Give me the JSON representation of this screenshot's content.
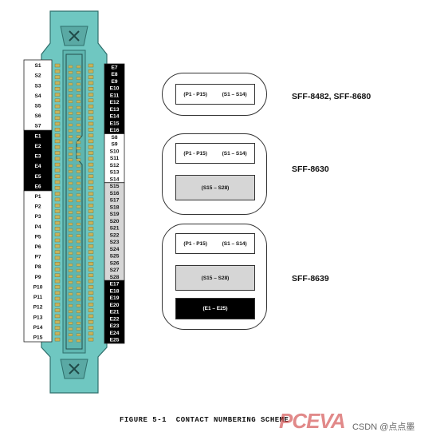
{
  "left_groups": [
    {
      "type": "white",
      "labels": [
        "S1",
        "S2",
        "S3",
        "S4",
        "S5",
        "S6",
        "S7"
      ]
    },
    {
      "type": "black",
      "labels": [
        "E1",
        "E2",
        "E3",
        "E4",
        "E5",
        "E6"
      ]
    },
    {
      "type": "white",
      "labels": [
        "P1",
        "P2",
        "P3",
        "P4",
        "P5",
        "P6",
        "P7",
        "P8",
        "P9",
        "P10",
        "P11",
        "P12",
        "P13",
        "P14",
        "P15"
      ]
    }
  ],
  "right_groups": [
    {
      "type": "black",
      "labels": [
        "E7",
        "E8",
        "E9",
        "E10",
        "E11",
        "E12",
        "E13",
        "E14",
        "E15",
        "E16"
      ]
    },
    {
      "type": "white",
      "labels": [
        "S8",
        "S9",
        "S10",
        "S11",
        "S12",
        "S13",
        "S14"
      ]
    },
    {
      "type": "grey",
      "labels": [
        "S15",
        "S16",
        "S17",
        "S18",
        "S19",
        "S20",
        "S21",
        "S22",
        "S23",
        "S24",
        "S25",
        "S26",
        "S27",
        "S28"
      ]
    },
    {
      "type": "black",
      "labels": [
        "E17",
        "E18",
        "E19",
        "E20",
        "E21",
        "E22",
        "E23",
        "E24",
        "E25"
      ]
    }
  ],
  "standards": [
    {
      "name": "SFF-8482, SFF-8680",
      "boxes": [
        {
          "type": "white",
          "left": "(P1 - P15)",
          "right": "(S1 – S14)"
        }
      ]
    },
    {
      "name": "SFF-8630",
      "boxes": [
        {
          "type": "white",
          "left": "(P1 - P15)",
          "right": "(S1 – S14)"
        },
        {
          "type": "grey",
          "left": "(S15 – S28)",
          "right": ""
        }
      ]
    },
    {
      "name": "SFF-8639",
      "boxes": [
        {
          "type": "white",
          "left": "(P1 - P15)",
          "right": "(S1 – S14)"
        },
        {
          "type": "grey",
          "left": "(S15 – S28)",
          "right": ""
        },
        {
          "type": "black",
          "left": "(E1 – E25)",
          "right": ""
        }
      ]
    }
  ],
  "caption": "FIGURE 5-1  CONTACT NUMBERING SCHEME",
  "watermark": {
    "logo": "PCEVA",
    "text": "CSDN @点点墨"
  },
  "colors": {
    "teal": "#6fc7c1",
    "teal_dark": "#2f6f6c",
    "pin_gold": "#c8b35a",
    "grey_fill": "#d6d6d6"
  }
}
